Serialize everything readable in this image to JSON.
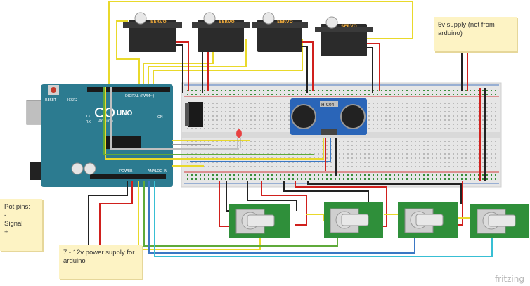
{
  "notes": {
    "supply_5v": "5v supply (not from arduino)",
    "pot_pins": "Pot pins:\n-\nSignal\n+",
    "supply_7v": "7 - 12v power supply for arduino"
  },
  "servo_label": "SERVO",
  "arduino": {
    "brand": "UNO",
    "sub": "Arduino",
    "reset": "RESET",
    "icsp": "ICSP2",
    "digital": "DIGITAL (PWM~)",
    "analog": "ANALOG IN",
    "power": "POWER",
    "tx": "TX",
    "rx": "RX",
    "on": "ON"
  },
  "sensor_label": "H-C04",
  "credit": "fritzing",
  "colors": {
    "wire_red": "#d0201d",
    "wire_black": "#222222",
    "wire_yellow": "#e9d92b",
    "wire_blue": "#3b78c4",
    "wire_green": "#5faa3a",
    "wire_cyan": "#38bfd4",
    "arduino": "#2c7b90",
    "pcb_green": "#2f8f3a",
    "servo_body": "#2b2b2b",
    "servo_head": "#e8e8e8",
    "note_bg": "#fdf3c4"
  }
}
